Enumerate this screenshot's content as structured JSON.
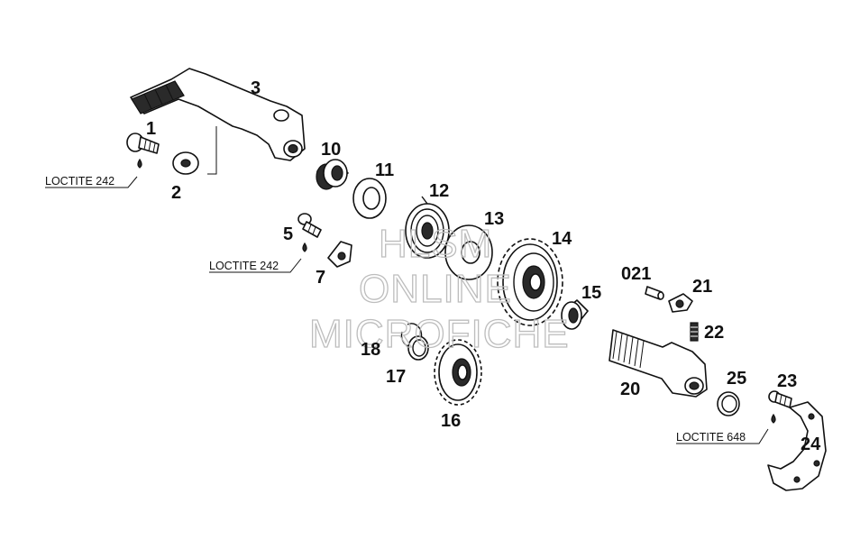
{
  "diagram": {
    "part_labels": {
      "p1": "1",
      "p2": "2",
      "p3": "3",
      "p5": "5",
      "p7": "7",
      "p10": "10",
      "p11": "11",
      "p12": "12",
      "p13": "13",
      "p14": "14",
      "p15": "15",
      "p16": "16",
      "p17": "17",
      "p18": "18",
      "p20": "20",
      "p21": "21",
      "p22": "22",
      "p23": "23",
      "p24": "24",
      "p25": "25",
      "p021": "021"
    },
    "callouts": {
      "c1": "LOCTITE 242",
      "c2": "LOCTITE 242",
      "c3": "LOCTITE 648"
    },
    "watermark": {
      "line1": "HLSM",
      "line2": "ONLINE",
      "line3": "MICROFICHE"
    }
  }
}
